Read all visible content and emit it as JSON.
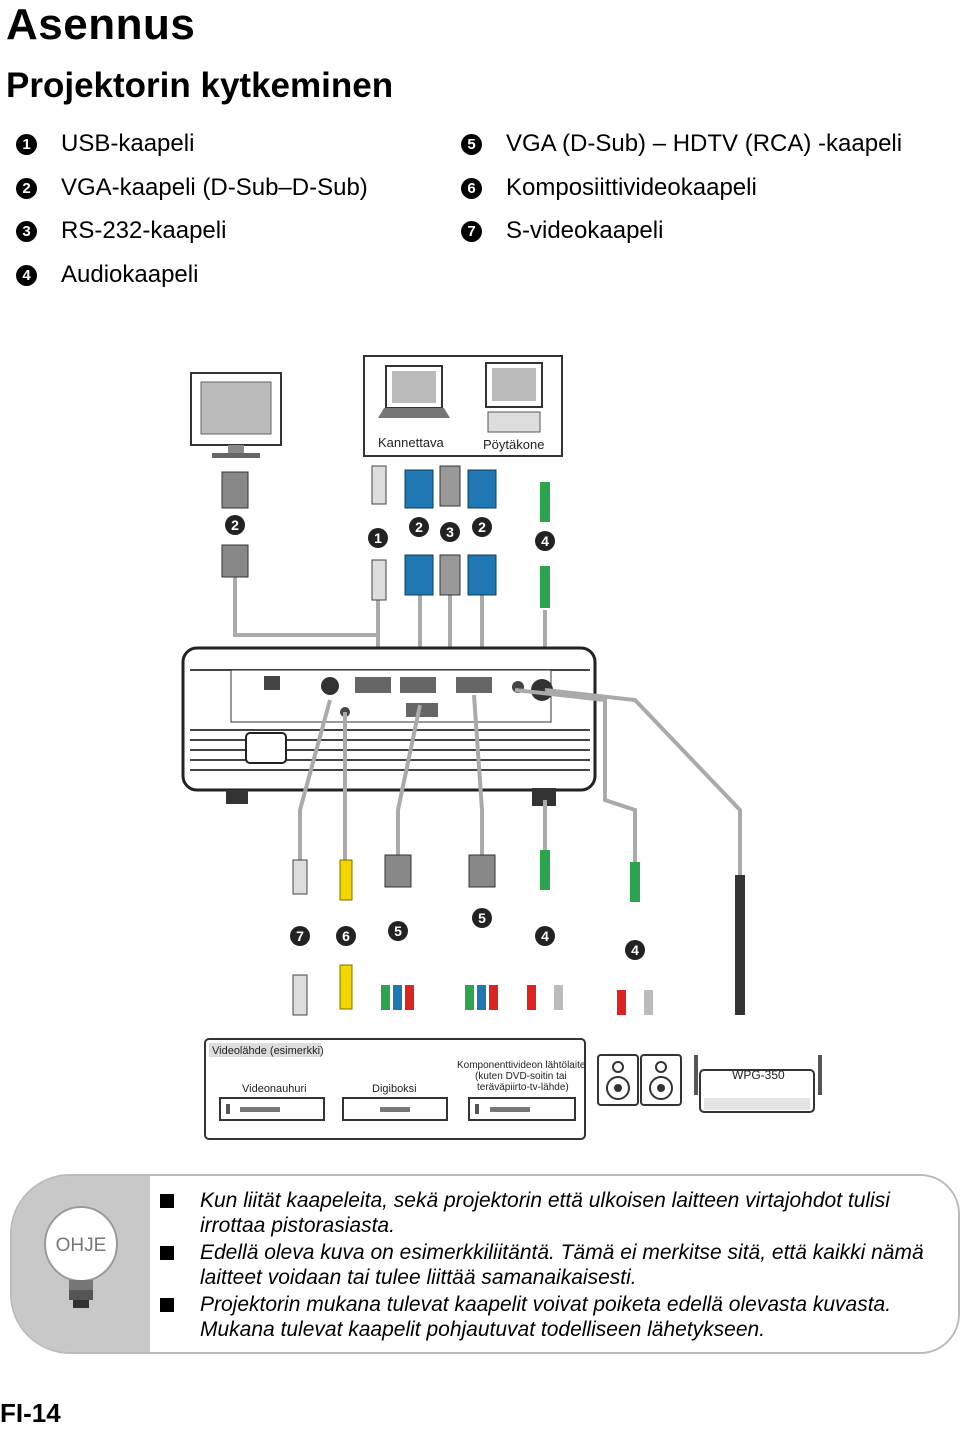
{
  "title": "Asennus",
  "subtitle": "Projektorin kytkeminen",
  "legend": [
    {
      "num": "1",
      "label": "USB-kaapeli"
    },
    {
      "num": "2",
      "label": "VGA-kaapeli (D-Sub–D-Sub)"
    },
    {
      "num": "3",
      "label": "RS-232-kaapeli"
    },
    {
      "num": "4",
      "label": "Audiokaapeli"
    },
    {
      "num": "5",
      "label": "VGA (D-Sub) – HDTV (RCA) -kaapeli"
    },
    {
      "num": "6",
      "label": "Komposiittivideokaapeli"
    },
    {
      "num": "7",
      "label": "S-videokaapeli"
    }
  ],
  "diagram": {
    "laptop_label": "Kannettava",
    "desktop_label": "Pöytäkone",
    "video_source_label": "Videolähde (esimerkki)",
    "vcr_label": "Videonauhuri",
    "settop_label": "Digiboksi",
    "component_label_1": "Komponenttivideon lähtölaite",
    "component_label_2": "(kuten DVD-soitin tai",
    "component_label_3": "teräväpiirto-tv-lähde)",
    "wpg_label": "WPG-350",
    "top_badges": [
      "2",
      "1",
      "2",
      "3",
      "2",
      "4"
    ],
    "bottom_badges": [
      "7",
      "6",
      "5",
      "5",
      "4",
      "4"
    ]
  },
  "note": {
    "badge": "OHJE",
    "items": [
      "Kun liität kaapeleita, sekä projektorin että ulkoisen laitteen virtajohdot tulisi irrottaa pistorasiasta.",
      "Edellä oleva kuva on esimerkkiliitäntä. Tämä ei merkitse sitä, että kaikki nämä laitteet voidaan tai tulee liittää samanaikaisesti.",
      "Projektorin mukana tulevat kaapelit voivat poiketa edellä olevasta kuvasta. Mukana tulevat kaapelit pohjautuvat todelliseen lähetykseen."
    ]
  },
  "page_number": "FI-14"
}
